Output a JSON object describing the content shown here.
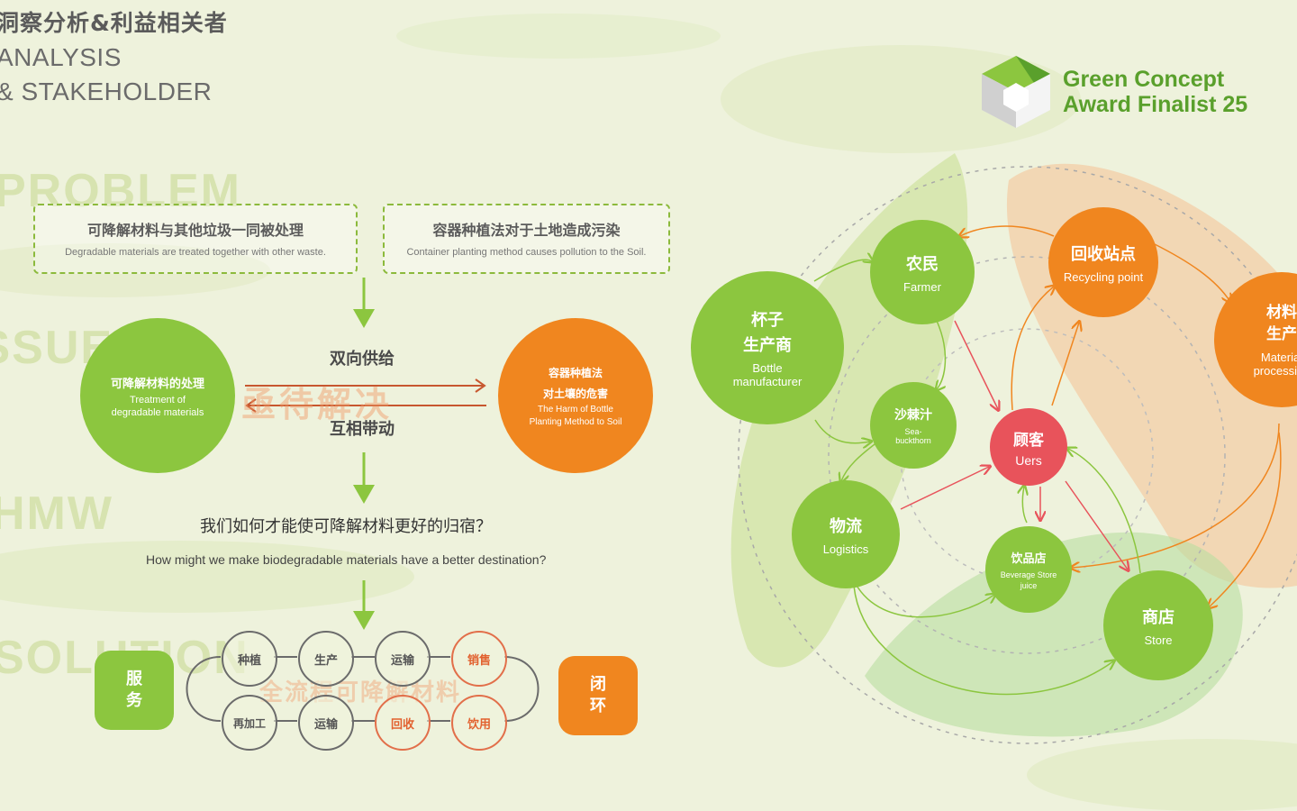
{
  "header": {
    "title_cn": "洞察分析&利益相关者",
    "title_en_1": "ANALYSIS",
    "title_en_2": "& STAKEHOLDER"
  },
  "ghost_labels": {
    "problem": "PROBLEM",
    "issue": "ISSUE",
    "hmw": "HMW",
    "solution": "SOLUTION"
  },
  "problems": [
    {
      "cn": "可降解材料与其他垃圾一同被处理",
      "en": "Degradable materials are treated together with other waste."
    },
    {
      "cn": "容器种植法对于土地造成污染",
      "en": "Container planting method causes pollution to the Soil."
    }
  ],
  "issue": {
    "left_cn": "可降解材料的处理",
    "left_en_1": "Treatment of",
    "left_en_2": "degradable materials",
    "right_cn_1": "容器种植法",
    "right_cn_2": "对土壤的危害",
    "right_en_1": "The Harm of Bottle",
    "right_en_2": "Planting Method to Soil",
    "top_label": "双向供给",
    "bottom_label": "互相带动",
    "banner": "亟待解决"
  },
  "hmw": {
    "question_cn": "我们如何才能使可降解材料更好的归宿？",
    "question_en": "How might we make biodegradable materials have a better destination?"
  },
  "solution": {
    "left_label": "服务",
    "right_label": "闭环",
    "banner": "全流程可降解材料",
    "top_row": [
      "种植",
      "生产",
      "运输",
      "销售"
    ],
    "bottom_row": [
      "再加工",
      "运输",
      "回收",
      "饮用"
    ]
  },
  "award": {
    "line1": "Green Concept",
    "line2": "Award Finalist 25"
  },
  "stakeholders": {
    "farmer": {
      "cn": "农民",
      "en": "Farmer"
    },
    "recycling": {
      "cn": "回收站点",
      "en": "Recycling point"
    },
    "material": {
      "cn": "材料生产",
      "en": "Material processing"
    },
    "bottle": {
      "cn_1": "杯子",
      "cn_2": "生产商",
      "en_1": "Bottle",
      "en_2": "manufacturer"
    },
    "seabuckthorn": {
      "cn": "沙棘汁",
      "en_1": "Sea-",
      "en_2": "buckthorn"
    },
    "customer": {
      "cn": "顾客",
      "en": "Uers"
    },
    "logistics": {
      "cn": "物流",
      "en": "Logistics"
    },
    "beverage": {
      "cn": "饮品店",
      "en_1": "Beverage Store",
      "en_2": "juice"
    },
    "store": {
      "cn": "商店",
      "en": "Store"
    }
  },
  "colors": {
    "green": "#8cc63f",
    "orange": "#f0861f",
    "red": "#e8535b",
    "award_green": "#5aa02c"
  }
}
